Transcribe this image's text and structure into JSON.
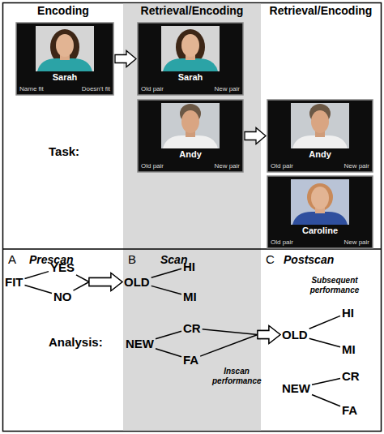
{
  "diagram": {
    "nodes": [
      {
        "text": [
          "Sarah",
          "Name fit",
          "Doesn't fit"
        ]
      },
      {
        "text": [
          "Sarah",
          "Old pair",
          "New pair"
        ]
      },
      {
        "text": [
          "Andy",
          "Old pair",
          "New pair"
        ]
      },
      {
        "text": [
          "Andy",
          "Old pair",
          "New pair"
        ]
      },
      {
        "text": [
          "Caroline",
          "Old pair",
          "New pair"
        ]
      },
      {
        "text": [
          "FIT"
        ]
      },
      {
        "text": [
          "YES"
        ]
      },
      {
        "text": [
          "NO"
        ]
      },
      {
        "text": [
          "OLD"
        ]
      },
      {
        "text": [
          "HI"
        ]
      },
      {
        "text": [
          "MI"
        ]
      },
      {
        "text": [
          "NEW"
        ]
      },
      {
        "text": [
          "CR"
        ]
      },
      {
        "text": [
          "FA"
        ]
      },
      {
        "text": [
          "OLD"
        ]
      },
      {
        "text": [
          "HI"
        ]
      },
      {
        "text": [
          "MI"
        ]
      },
      {
        "text": [
          "NEW"
        ]
      },
      {
        "text": [
          "CR"
        ]
      },
      {
        "text": [
          "FA"
        ]
      }
    ],
    "edges": [
      {
        "from": 0,
        "to": 1,
        "arrow": "to"
      },
      {
        "from": 2,
        "to": 3,
        "arrow": "to"
      },
      {
        "from": 5,
        "to": 6,
        "arrow": "none"
      },
      {
        "from": 5,
        "to": 7,
        "arrow": "none"
      },
      {
        "from": 6,
        "to": 8,
        "arrow": "to"
      },
      {
        "from": 7,
        "to": 8,
        "arrow": "to"
      },
      {
        "from": 8,
        "to": 9,
        "arrow": "none"
      },
      {
        "from": 8,
        "to": 10,
        "arrow": "none"
      },
      {
        "from": 11,
        "to": 12,
        "arrow": "none"
      },
      {
        "from": 11,
        "to": 13,
        "arrow": "none"
      },
      {
        "from": 12,
        "to": 14,
        "arrow": "to"
      },
      {
        "from": 13,
        "to": 14,
        "arrow": "to"
      },
      {
        "from": 14,
        "to": 15,
        "arrow": "none"
      },
      {
        "from": 14,
        "to": 16,
        "arrow": "none"
      },
      {
        "from": 17,
        "to": 18,
        "arrow": "none"
      },
      {
        "from": 17,
        "to": 19,
        "arrow": "none"
      }
    ],
    "labels": [
      "Encoding",
      "Retrieval/Encoding",
      "Retrieval/Encoding",
      "Task:",
      "A",
      "Prescan",
      "B",
      "Scan",
      "C",
      "Postscan",
      "Analysis:",
      "Inscan performance",
      "Subsequent performance"
    ]
  }
}
